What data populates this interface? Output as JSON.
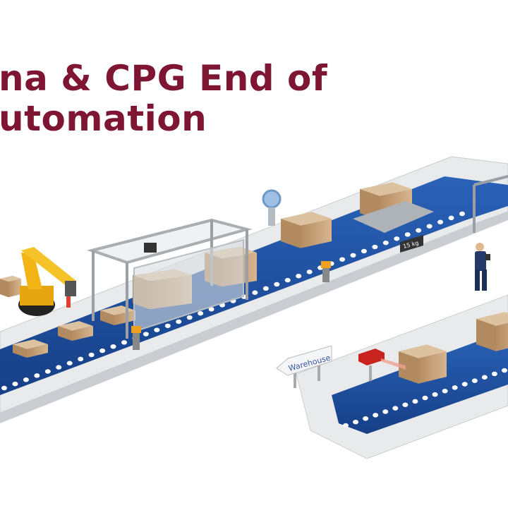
{
  "title": {
    "line1": "na & CPG End of",
    "line2": "utomation"
  },
  "labels": {
    "weight": "15 kg",
    "sign": "Warehouse"
  },
  "colors": {
    "title": "#7d1533",
    "belt": "#1f4e9c",
    "platform": "#e6e8ea",
    "box": "#c8a47c",
    "robot": "#f2b515",
    "scanner": "#c8231f"
  }
}
